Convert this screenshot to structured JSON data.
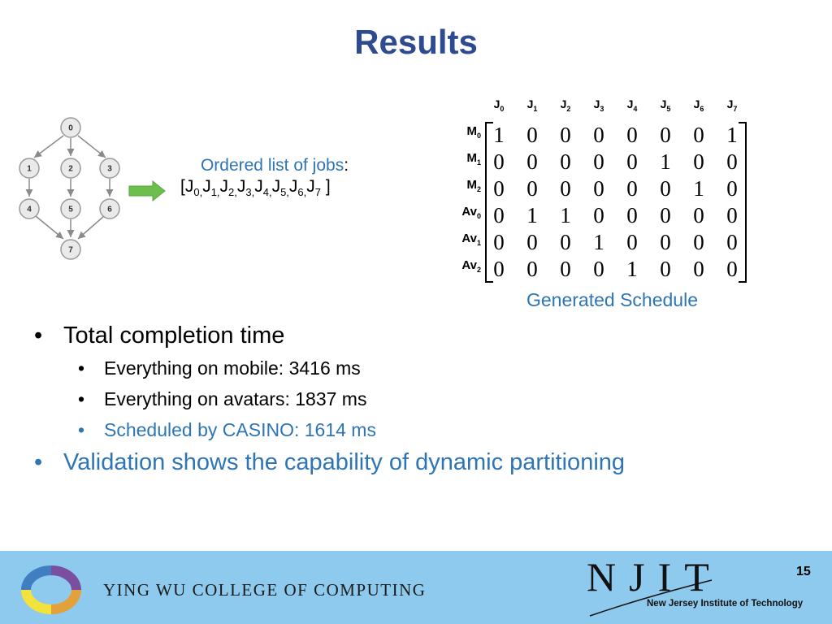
{
  "slide": {
    "title": "Results",
    "page_number": "15"
  },
  "dag": {
    "nodes": [
      "0",
      "1",
      "2",
      "3",
      "4",
      "5",
      "6",
      "7"
    ]
  },
  "ordered_list": {
    "heading": "Ordered list of jobs",
    "colon": ":",
    "jobs": [
      "0",
      "1",
      "2",
      "3",
      "4",
      "5",
      "6",
      "7"
    ]
  },
  "matrix": {
    "column_prefix": "J",
    "columns": [
      "0",
      "1",
      "2",
      "3",
      "4",
      "5",
      "6",
      "7"
    ],
    "rows": [
      {
        "prefix": "M",
        "sub": "0",
        "values": [
          "1",
          "0",
          "0",
          "0",
          "0",
          "0",
          "0",
          "1"
        ]
      },
      {
        "prefix": "M",
        "sub": "1",
        "values": [
          "0",
          "0",
          "0",
          "0",
          "0",
          "1",
          "0",
          "0"
        ]
      },
      {
        "prefix": "M",
        "sub": "2",
        "values": [
          "0",
          "0",
          "0",
          "0",
          "0",
          "0",
          "1",
          "0"
        ]
      },
      {
        "prefix": "Av",
        "sub": "0",
        "values": [
          "0",
          "1",
          "1",
          "0",
          "0",
          "0",
          "0",
          "0"
        ]
      },
      {
        "prefix": "Av",
        "sub": "1",
        "values": [
          "0",
          "0",
          "0",
          "1",
          "0",
          "0",
          "0",
          "0"
        ]
      },
      {
        "prefix": "Av",
        "sub": "2",
        "values": [
          "0",
          "0",
          "0",
          "0",
          "1",
          "0",
          "0",
          "0"
        ]
      }
    ],
    "caption": "Generated Schedule"
  },
  "bullets": {
    "main1": "Total completion time",
    "sub1": "Everything on mobile: 3416 ms",
    "sub2": "Everything on avatars: 1837 ms",
    "sub3": "Scheduled by CASINO: 1614 ms",
    "main2": "Validation shows the capability of dynamic partitioning"
  },
  "footer": {
    "college": "YING WU COLLEGE OF COMPUTING",
    "logo_text": "NJIT",
    "institute": "New Jersey Institute of Technology"
  },
  "colors": {
    "title": "#2E4B8F",
    "accent_blue": "#2E75B6",
    "footer_bg": "#8EC9EE",
    "arrow_green": "#6CBF4C"
  }
}
